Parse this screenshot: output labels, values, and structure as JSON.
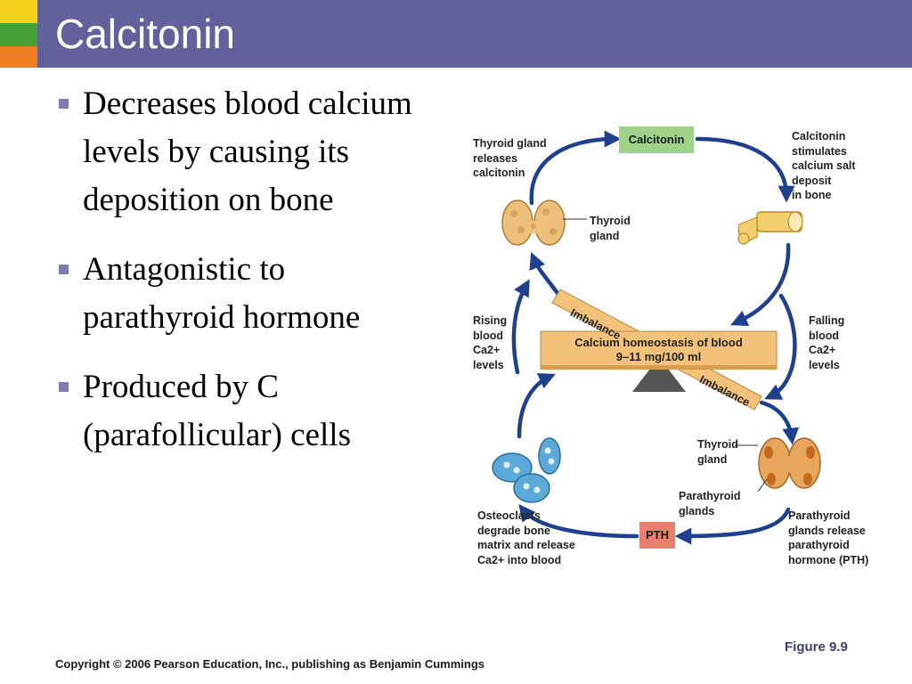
{
  "slide": {
    "title": "Calcitonin",
    "bullets": [
      {
        "text": "Decreases blood calcium levels by causing its deposition on bone"
      },
      {
        "text": "Antagonistic to parathyroid hormone"
      },
      {
        "text": "Produced by C (parafollicular) cells"
      }
    ],
    "footer": {
      "copyright": "Copyright © 2006 Pearson Education, Inc., publishing as Benjamin Cummings",
      "figure": "Figure 9.9"
    },
    "colors": {
      "title_bar": "#62619b",
      "bullet_square": "#7d7bb0",
      "corner_yellow": "#f2d21b",
      "corner_green": "#44a035",
      "corner_orange": "#f07f22",
      "arrow_blue": "#1f3f8f",
      "calcitonin_box": "#9fd38a",
      "pth_box": "#e9806f",
      "seesaw_board": "#f2c27b"
    }
  },
  "diagram": {
    "calcitonin_box": "Calcitonin",
    "pth_box": "PTH",
    "thyroid_releases": "Thyroid gland\nreleases\ncalcitonin",
    "thyroid_gland": "Thyroid\ngland",
    "calcitonin_stimulates": "Calcitonin\nstimulates\ncalcium salt\ndeposit\nin bone",
    "rising": "Rising\nblood\nCa2+\nlevels",
    "falling": "Falling\nblood\nCa2+\nlevels",
    "imbalance_top": "Imbalance",
    "imbalance_bottom": "Imbalance",
    "homeostasis_line1": "Calcium homeostasis of blood",
    "homeostasis_line2": "9–11 mg/100 ml",
    "thyroid_gland_bottom": "Thyroid\ngland",
    "parathyroid_glands": "Parathyroid\nglands",
    "osteoclasts": "Osteoclasts\ndegrade bone\nmatrix and release\nCa2+ into blood",
    "parathyroid_release": "Parathyroid\nglands release\nparathyroid\nhormone (PTH)"
  }
}
